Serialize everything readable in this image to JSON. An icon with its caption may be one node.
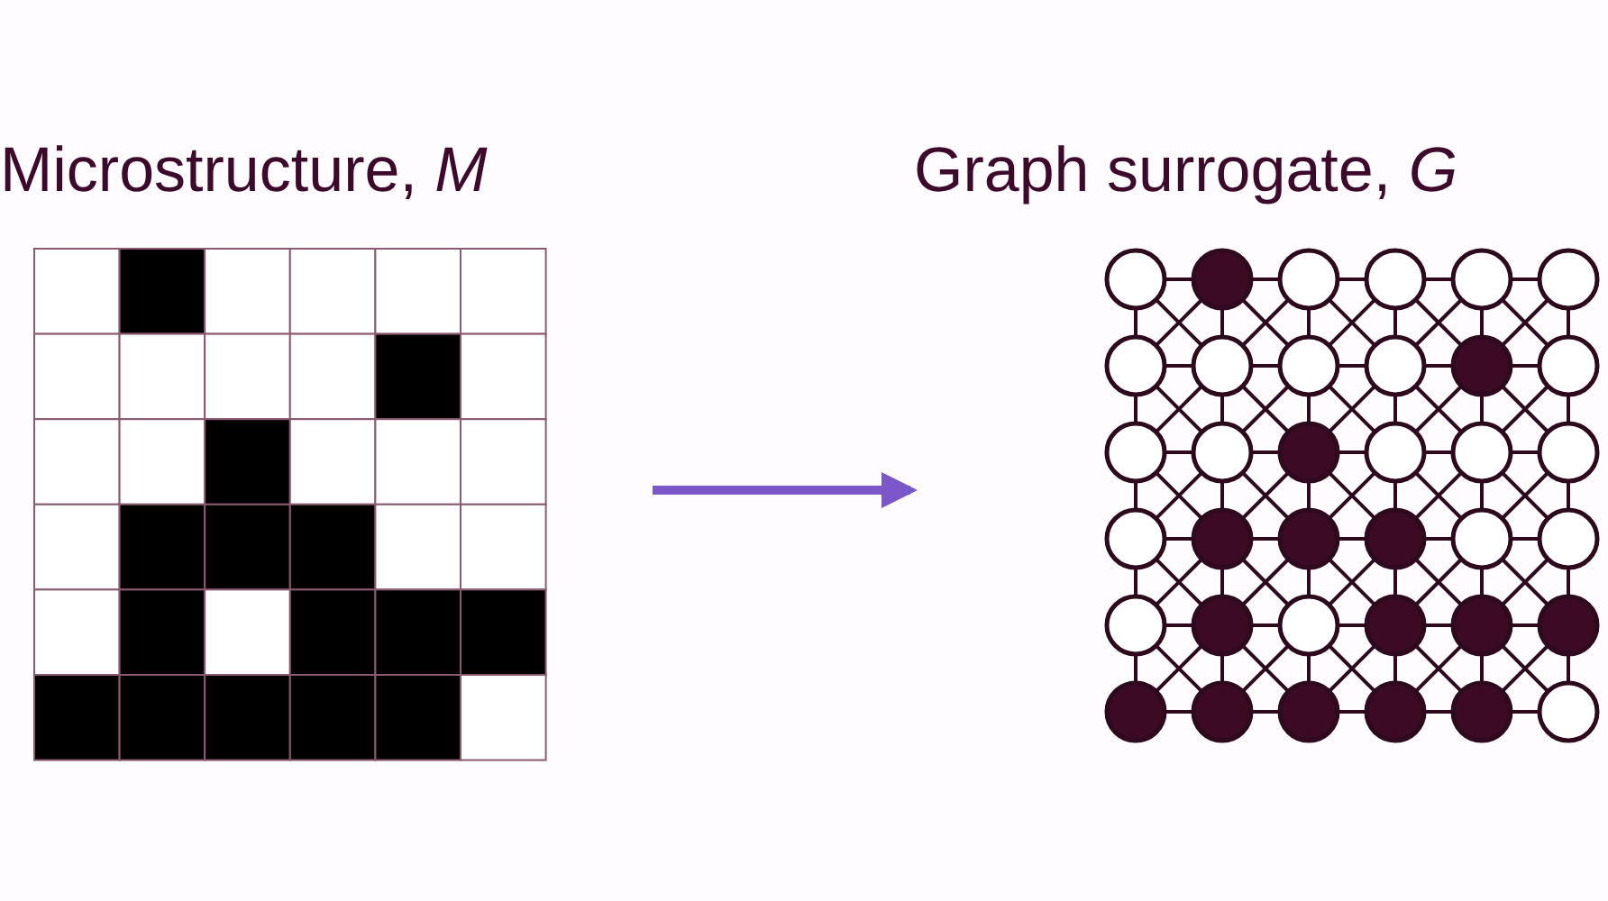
{
  "diagram": {
    "nodes": [
      {
        "text": [
          "Microstructure, *M*"
        ]
      },
      {
        "text": [
          "Graph surrogate, *G*"
        ]
      }
    ],
    "edges": [
      {
        "from": 0,
        "to": 1,
        "arrow": "to",
        "color": "#7b57c9"
      }
    ]
  }
}
